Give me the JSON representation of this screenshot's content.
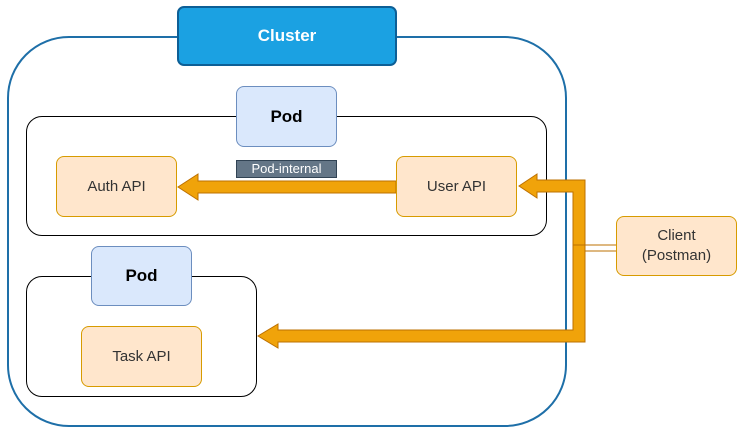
{
  "cluster": {
    "label": "Cluster"
  },
  "pods": [
    {
      "label": "Pod"
    },
    {
      "label": "Pod"
    }
  ],
  "services": {
    "auth_api": "Auth API",
    "user_api": "User API",
    "task_api": "Task API"
  },
  "client": {
    "line1": "Client",
    "line2": "(Postman)"
  },
  "edges": {
    "pod_internal_label": "Pod-internal"
  },
  "colors": {
    "cluster_fill": "#1ba1e2",
    "cluster_stroke": "#1e6fa8",
    "pod_fill": "#dae8fc",
    "pod_stroke": "#6c8ebf",
    "service_fill": "#ffe6cc",
    "service_stroke": "#d79b00",
    "arrow_fill": "#f0a30a",
    "arrow_stroke": "#bd7000",
    "edge_label_fill": "#647687"
  }
}
